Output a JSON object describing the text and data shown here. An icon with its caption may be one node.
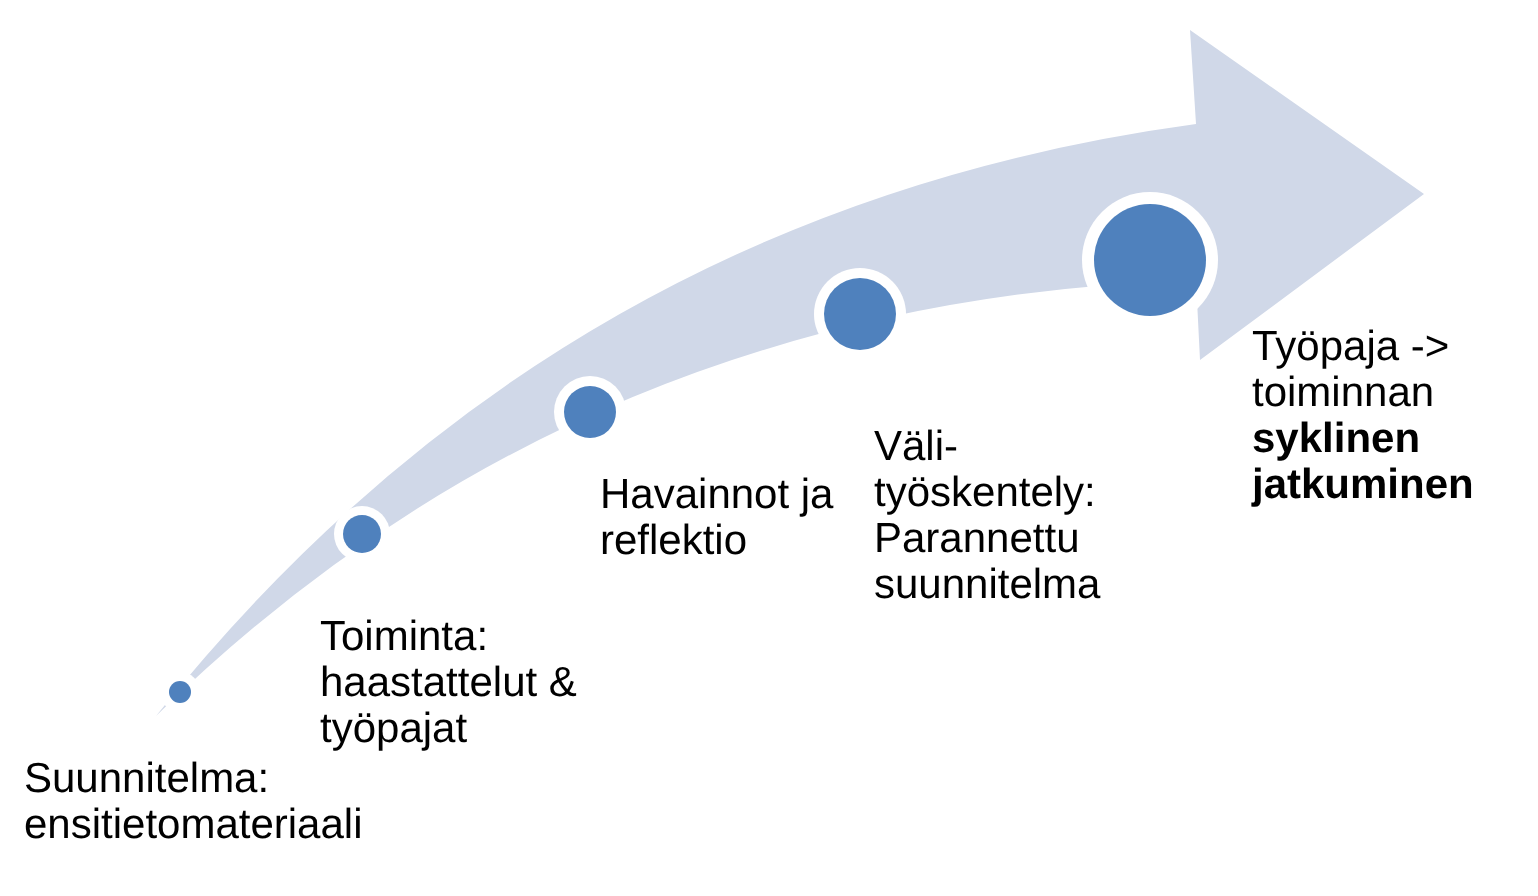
{
  "diagram": {
    "nodes": [
      {
        "text": [
          "Suunnitelma: ensitietomateriaali"
        ]
      },
      {
        "text": [
          "Toiminta: haastattelut & työpajat"
        ]
      },
      {
        "text": [
          "Havainnot ja reflektio"
        ]
      },
      {
        "text": [
          "Väli-työskentely: Parannettu suunnitelma"
        ]
      },
      {
        "text": [
          "Työpaja -> toiminnan **syklinen jatkuminen**"
        ]
      }
    ]
  }
}
